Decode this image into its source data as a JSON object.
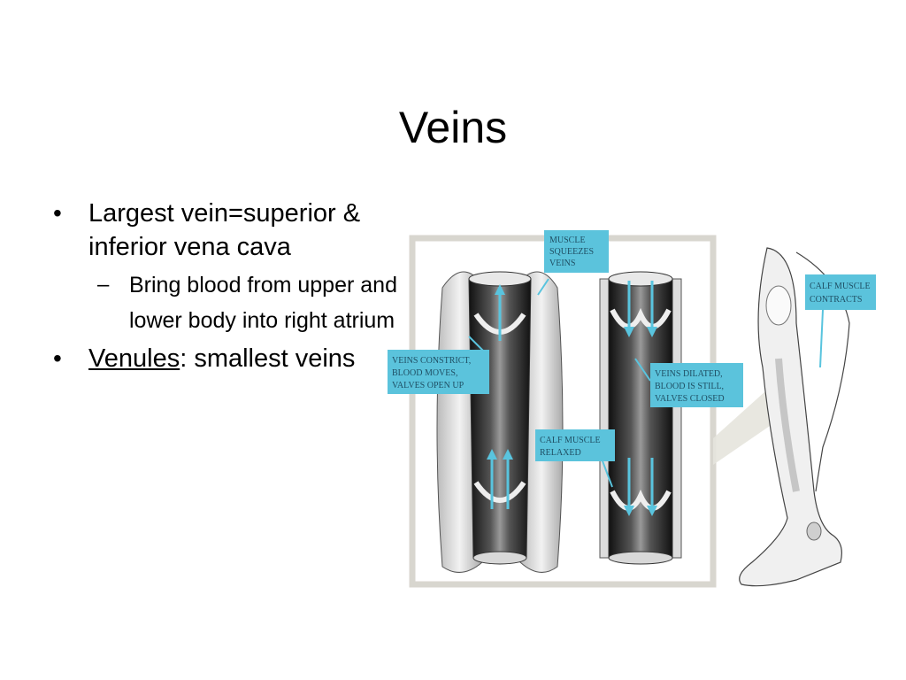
{
  "slide": {
    "title": "Veins",
    "bullets": [
      {
        "text": "Largest vein=superior & inferior vena cava"
      },
      {
        "text": "Bring blood from upper and lower body into right atrium"
      },
      {
        "underlined": "Venules",
        "rest": ": smallest veins"
      }
    ]
  },
  "diagram": {
    "labels": {
      "muscle_squeezes": [
        "MUSCLE",
        "SQUEEZES",
        "VEINS"
      ],
      "veins_constrict": [
        "VEINS CONSTRICT,",
        "BLOOD MOVES,",
        "VALVES OPEN UP"
      ],
      "veins_dilated": [
        "VEINS DILATED,",
        "BLOOD IS STILL,",
        "VALVES CLOSED"
      ],
      "calf_relaxed": [
        "CALF MUSCLE",
        "RELAXED"
      ],
      "calf_contracts": [
        "CALF MUSCLE",
        "CONTRACTS"
      ]
    },
    "colors": {
      "label_box": "#5bc3dc",
      "arrow": "#59c4de",
      "frame": "#d8d6cf",
      "vessel_dark": "#2a2a2a"
    }
  }
}
